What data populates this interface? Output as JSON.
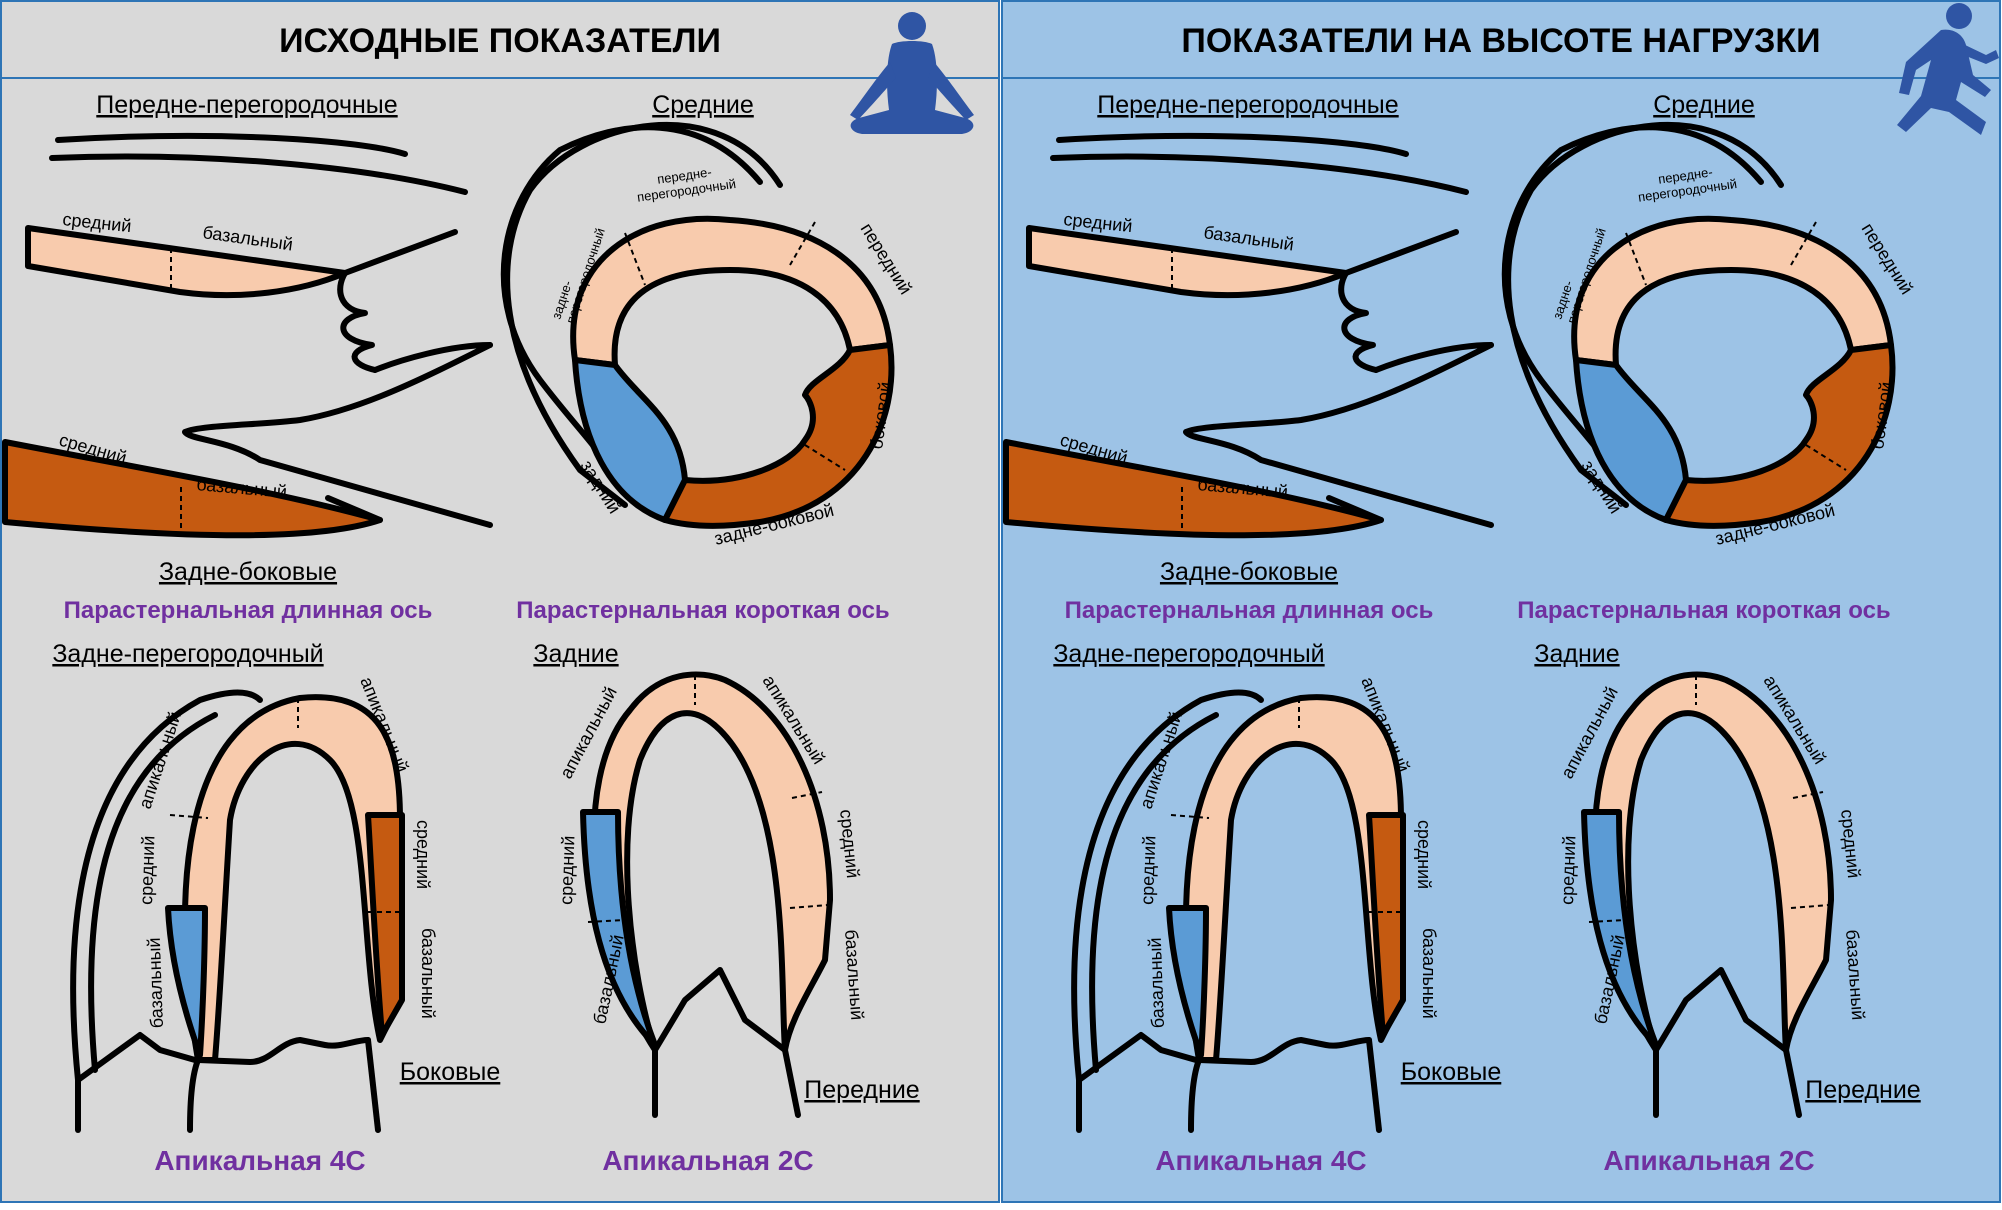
{
  "colors": {
    "rest_bg": "#d9d9d9",
    "stress_bg": "#9dc3e6",
    "normal": "#f8cbad",
    "hypokinesia": "#5b9bd5",
    "akinesia": "#c55a11",
    "view_title": "#7030a0",
    "icon": "#2f55a4",
    "border": "#2e75b6"
  },
  "panels": [
    {
      "title": "ИСХОДНЫЕ ПОКАЗАТЕЛИ",
      "icon": "meditation-person-icon",
      "plax": {
        "top_label": "Передне-перегородочные",
        "bottom_label": "Задне-боковые",
        "view_title": "Парастернальная длинная ось",
        "upper_mid": "средний",
        "upper_basal": "базальный",
        "lower_mid": "средний",
        "lower_basal": "базальный"
      },
      "psax": {
        "top_label": "Средние",
        "view_title": "Парастернальная короткая ось",
        "anteroseptal": "передне-\nперегородочный",
        "inferoseptal": "задне-\nперегородочный",
        "anterior": "передний",
        "lateral": "боковой",
        "inferolateral": "задне-боковой",
        "inferior": "задний"
      },
      "a4c": {
        "top_label": "Задне-перегородочный",
        "side_label": "Боковые",
        "view_title": "Апикальная 4С",
        "left_apical": "апикальный",
        "left_mid": "средний",
        "left_basal": "базальный",
        "right_apical": "апикальный",
        "right_mid": "средний",
        "right_basal": "базальный"
      },
      "a2c": {
        "top_label": "Задние",
        "side_label": "Передние",
        "view_title": "Апикальная 2С",
        "left_apical": "апикальный",
        "left_mid": "средний",
        "left_basal": "базальный",
        "right_apical": "апикальный",
        "right_mid": "средний",
        "right_basal": "базальный"
      }
    },
    {
      "title": "ПОКАЗАТЕЛИ НА ВЫСОТЕ НАГРУЗКИ",
      "icon": "running-person-icon",
      "plax": {
        "top_label": "Передне-перегородочные",
        "bottom_label": "Задне-боковые",
        "view_title": "Парастернальная длинная ось",
        "upper_mid": "средний",
        "upper_basal": "базальный",
        "lower_mid": "средний",
        "lower_basal": "базальный"
      },
      "psax": {
        "top_label": "Средние",
        "view_title": "Парастернальная короткая ось",
        "anteroseptal": "передне-\nперегородочный",
        "inferoseptal": "задне-\nперегородочный",
        "anterior": "передний",
        "lateral": "боковой",
        "inferolateral": "задне-боковой",
        "inferior": "задний"
      },
      "a4c": {
        "top_label": "Задне-перегородочный",
        "side_label": "Боковые",
        "view_title": "Апикальная 4С",
        "left_apical": "апикальный",
        "left_mid": "средний",
        "left_basal": "базальный",
        "right_apical": "апикальный",
        "right_mid": "средний",
        "right_basal": "базальный"
      },
      "a2c": {
        "top_label": "Задние",
        "side_label": "Передние",
        "view_title": "Апикальная 2С",
        "left_apical": "апикальный",
        "left_mid": "средний",
        "left_basal": "базальный",
        "right_apical": "апикальный",
        "right_mid": "средний",
        "right_basal": "базальный"
      }
    }
  ]
}
